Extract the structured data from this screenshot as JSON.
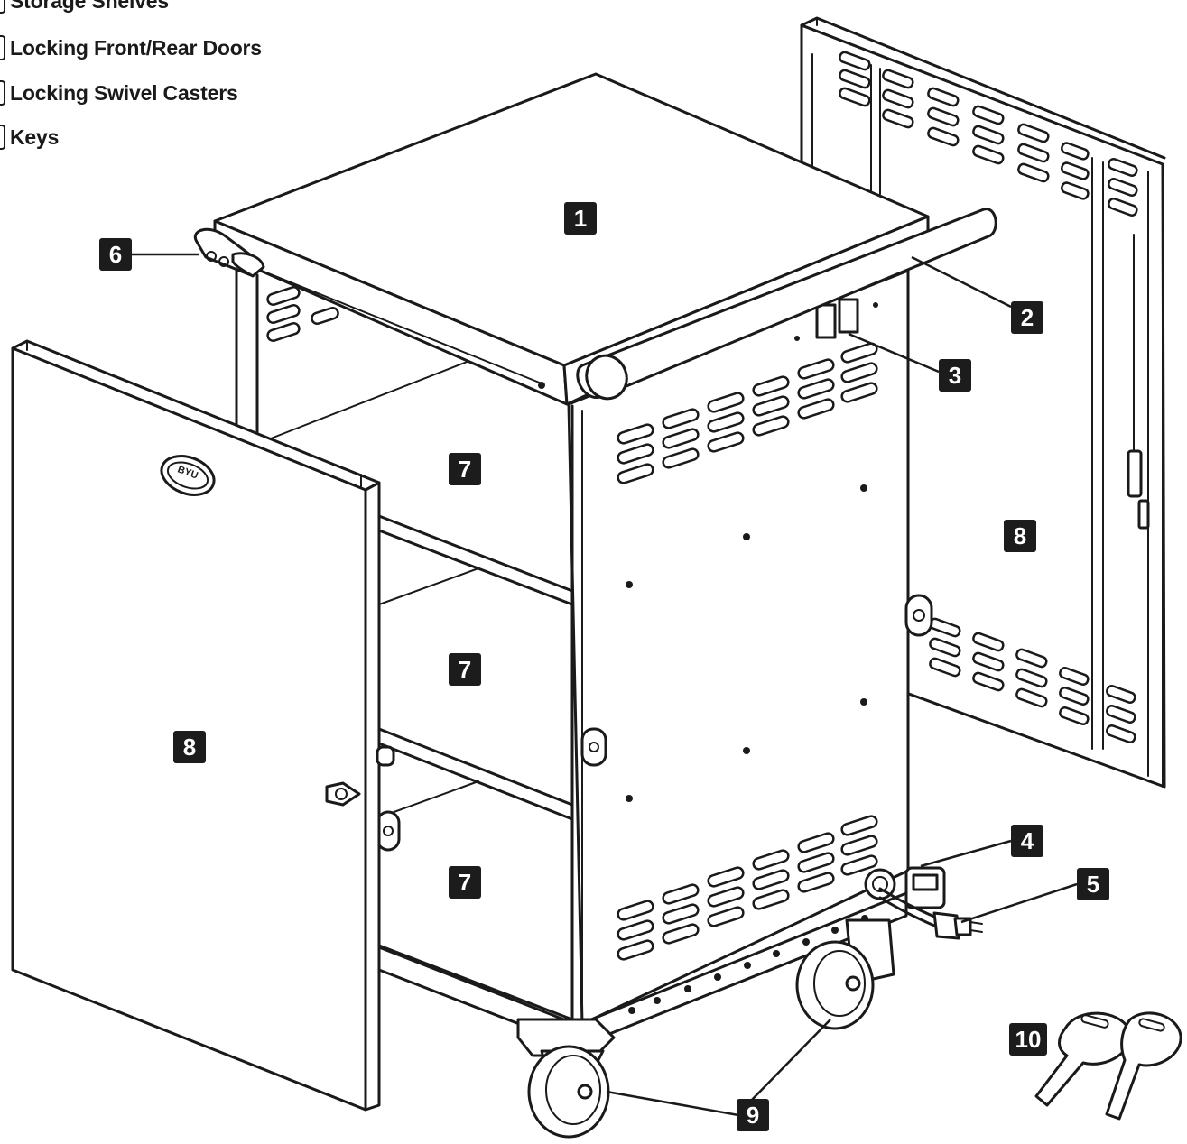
{
  "legend": {
    "items": [
      {
        "label": "Storage Shelves"
      },
      {
        "label": "Locking Front/Rear Doors"
      },
      {
        "label": "Locking Swivel Casters"
      },
      {
        "label": "Keys"
      }
    ]
  },
  "callouts": {
    "top_surface": "1",
    "handle": "2",
    "outlets": "3",
    "cord_wrap": "4",
    "power_plug": "5",
    "side_handle": "6",
    "shelf_top": "7",
    "shelf_middle": "7",
    "shelf_bottom": "7",
    "front_door": "8",
    "rear_door": "8",
    "casters": "9",
    "keys": "10"
  },
  "door_logo": {
    "text": "BYU"
  }
}
